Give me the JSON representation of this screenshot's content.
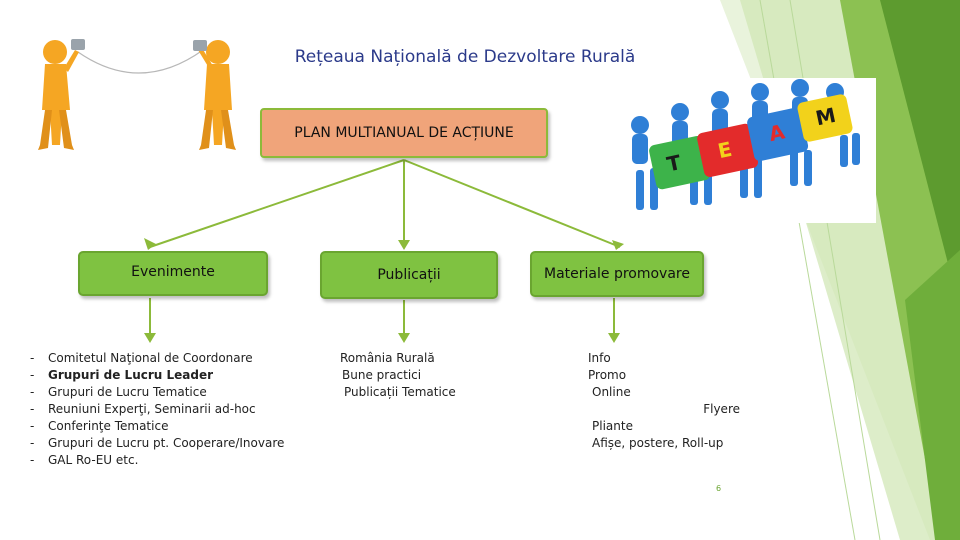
{
  "title": "Rețeaua Națională de Dezvoltare Rurală",
  "plan": {
    "label": "PLAN MULTIANUAL DE ACȚIUNE"
  },
  "branches": {
    "events": {
      "label": "Evenimente"
    },
    "publications": {
      "label": "Publicații"
    },
    "materials": {
      "label": "Materiale promovare"
    }
  },
  "events_list": [
    "Comitetul Naţional de Coordonare",
    "Grupuri de Lucru Leader",
    "Grupuri de Lucru Tematice",
    "Reuniuni Experţi, Seminarii ad-hoc",
    "Conferinţe Tematice",
    "Grupuri de Lucru pt. Cooperare/Inovare",
    "GAL Ro-EU etc."
  ],
  "list_dash": "-",
  "publications_list": [
    "România Rurală",
    "Bune practici",
    "Publicații Tematice"
  ],
  "materials_list": [
    "Info",
    "Promo",
    "Online",
    "Flyere",
    "Pliante",
    "Afișe, postere, Roll-up"
  ],
  "page_number": "6",
  "puzzle_letters": [
    "T",
    "E",
    "A",
    "M"
  ],
  "colors": {
    "title": "#2b3a8a",
    "plan_fill": "#f0a47a",
    "box_fill": "#7fc241",
    "connector": "#8cba3a",
    "deco_green": "#8cc152",
    "deco_dark": "#5d9b2f",
    "figure_orange": "#f5a623",
    "figure_blue": "#2f7fd6"
  }
}
